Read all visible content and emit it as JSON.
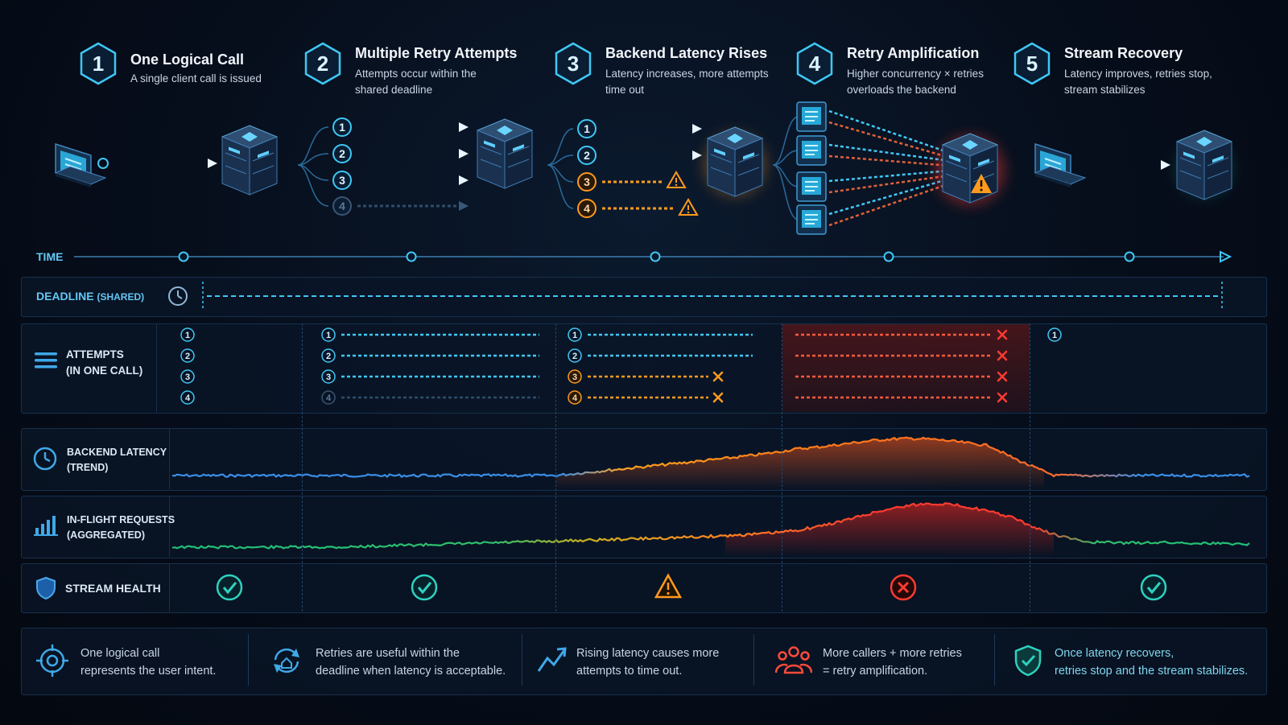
{
  "steps": [
    {
      "num": "1",
      "title": "One Logical Call",
      "desc": "A single client call is issued"
    },
    {
      "num": "2",
      "title": "Multiple Retry Attempts",
      "desc": "Attempts occur within the shared deadline"
    },
    {
      "num": "3",
      "title": "Backend Latency Rises",
      "desc": "Latency increases, more attempts time out"
    },
    {
      "num": "4",
      "title": "Retry Amplification",
      "desc": "Higher concurrency × retries overloads the backend"
    },
    {
      "num": "5",
      "title": "Stream Recovery",
      "desc": "Latency improves, retries stop, stream stabilizes"
    }
  ],
  "rows": {
    "time": "TIME",
    "deadline": {
      "label": "DEADLINE",
      "sub": "(SHARED)"
    },
    "attempts": {
      "label": "ATTEMPTS",
      "sub": "(IN ONE CALL)"
    },
    "latency": {
      "label": "BACKEND LATENCY",
      "sub": "(TREND)"
    },
    "inflight": {
      "label": "IN-FLIGHT REQUESTS",
      "sub": "(AGGREGATED)"
    },
    "health": {
      "label": "STREAM HEALTH"
    }
  },
  "attempt_numbers": [
    "1",
    "2",
    "3",
    "4"
  ],
  "health_states": [
    "ok",
    "ok",
    "warning",
    "error",
    "ok"
  ],
  "footer": [
    {
      "line1": "One logical call",
      "line2": "represents the user intent.",
      "icon": "target-icon"
    },
    {
      "line1": "Retries are useful within the",
      "line2": "deadline when latency is acceptable.",
      "icon": "retry-cycle-icon"
    },
    {
      "line1": "Rising latency causes more",
      "line2": "attempts to time out.",
      "icon": "trend-up-icon"
    },
    {
      "line1": "More callers + more retries",
      "line2": "= retry amplification.",
      "icon": "group-users-icon"
    },
    {
      "line1": "Once latency recovers,",
      "line2": "retries stop and the stream stabilizes.",
      "icon": "shield-check-icon"
    }
  ],
  "colors": {
    "cyan": "#3fc8f5",
    "blue": "#3a8ee6",
    "orange": "#ff9a1f",
    "red": "#ff3b30",
    "green": "#2fbf6a",
    "teal": "#2fd1c0"
  }
}
